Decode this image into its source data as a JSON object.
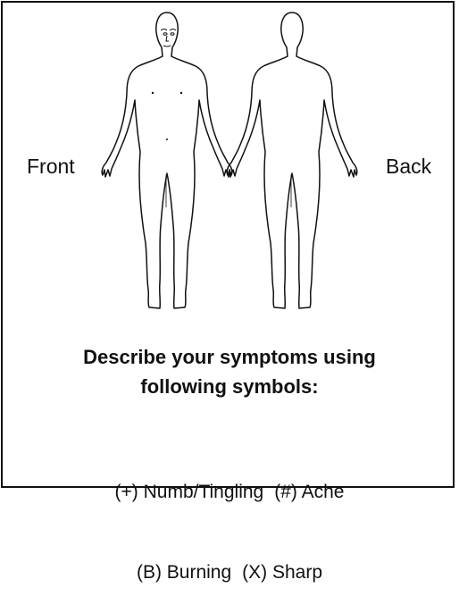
{
  "diagram": {
    "front_label": "Front",
    "back_label": "Back"
  },
  "instructions": {
    "line1": "Describe your symptoms using",
    "line2": "following symbols:"
  },
  "legend": {
    "items": [
      "(+) Numb/Tingling",
      "(#) Ache",
      "(B) Burning",
      "(X) Sharp"
    ]
  }
}
